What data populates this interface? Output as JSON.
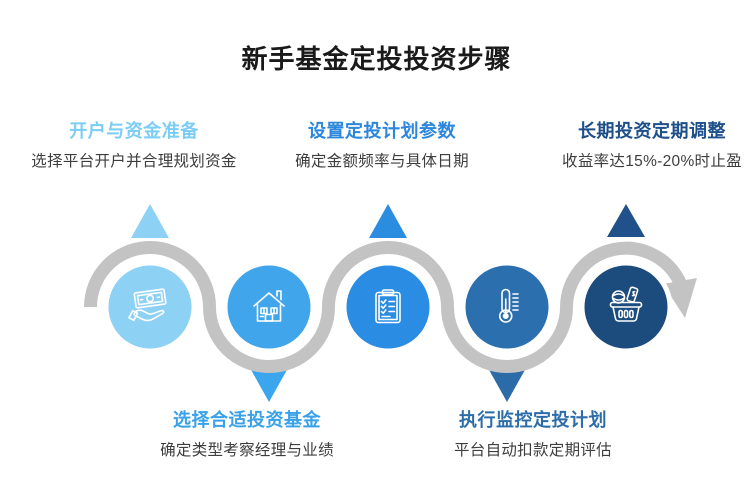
{
  "page": {
    "title": "新手基金定投投资步骤",
    "background_color": "#ffffff",
    "title_color": "#1a1a1a",
    "subtitle_color": "#3d3d3d"
  },
  "wave": {
    "color": "#c3c3c4",
    "arrow_direction": "down-right"
  },
  "steps": [
    {
      "order": 1,
      "position": "top",
      "title": "开户与资金准备",
      "subtitle": "选择平台开户并合理规划资金",
      "icon": "money-in-hand-icon",
      "title_color": "#7ccdf4",
      "circle_color": "#8dd1f5",
      "triangle_color": "#8dd1f5",
      "triangle_direction": "up"
    },
    {
      "order": 2,
      "position": "bottom",
      "title": "选择合适投资基金",
      "subtitle": "确定类型考察经理与业绩",
      "icon": "house-icon",
      "title_color": "#38a1e8",
      "circle_color": "#40a5ea",
      "triangle_color": "#3ba6ed",
      "triangle_direction": "down"
    },
    {
      "order": 3,
      "position": "top",
      "title": "设置定投计划参数",
      "subtitle": "确定金额频率与具体日期",
      "icon": "clipboard-checklist-icon",
      "title_color": "#2b86dc",
      "circle_color": "#2a8ce2",
      "triangle_color": "#2b8ddf",
      "triangle_direction": "up"
    },
    {
      "order": 4,
      "position": "bottom",
      "title": "执行监控定投计划",
      "subtitle": "平台自动扣款定期评估",
      "icon": "thermometer-icon",
      "title_color": "#2c6da9",
      "circle_color": "#2c6fae",
      "triangle_color": "#2b6ba8",
      "triangle_direction": "down"
    },
    {
      "order": 5,
      "position": "top",
      "title": "长期投资定期调整",
      "subtitle": "收益率达15%-20%时止盈",
      "icon": "shopping-basket-icon",
      "title_color": "#1d4f8a",
      "circle_color": "#1c4b7d",
      "triangle_color": "#20518a",
      "triangle_direction": "up"
    }
  ]
}
